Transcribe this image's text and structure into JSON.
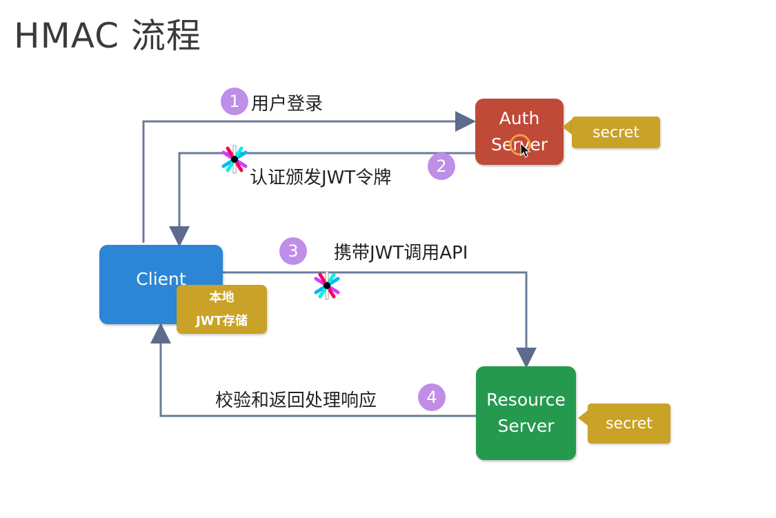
{
  "title": "HMAC 流程",
  "nodes": {
    "auth": [
      "Auth",
      "Server"
    ],
    "client": "Client",
    "resource": [
      "Resource",
      "Server"
    ]
  },
  "tags": {
    "auth_secret": "secret",
    "resource_secret": "secret",
    "local_storage": [
      "本地",
      "JWT存储"
    ]
  },
  "steps": [
    {
      "number": "1",
      "label": "用户登录"
    },
    {
      "number": "2",
      "label": "认证颁发JWT令牌"
    },
    {
      "number": "3",
      "label": "携带JWT调用API"
    },
    {
      "number": "4",
      "label": "校验和返回处理响应"
    }
  ],
  "colors": {
    "auth": "#c04a38",
    "client": "#2c86d5",
    "resource": "#259a4f",
    "tag": "#c9a227",
    "badge": "#bf8ee6",
    "line": "#6b7a99"
  },
  "icons": [
    "jwt-logo-icon",
    "cursor-icon"
  ]
}
